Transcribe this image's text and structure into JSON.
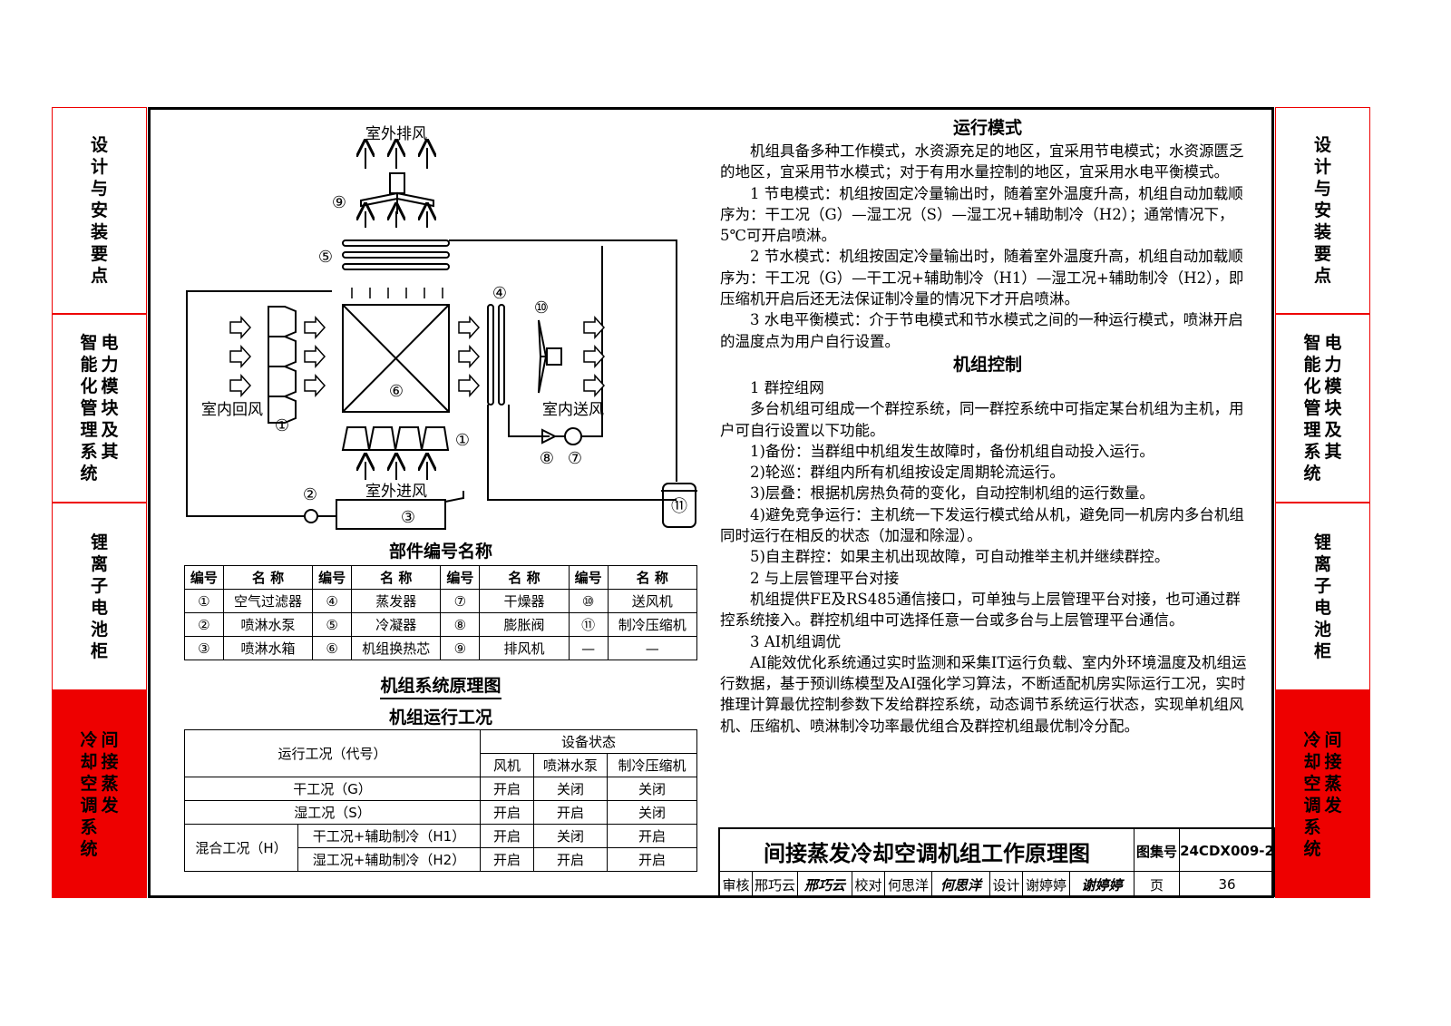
{
  "sidebar_left": [
    {
      "columns": [
        "设计与安装要点"
      ],
      "active": false
    },
    {
      "columns": [
        "电力模块及其",
        "智能化管理系统"
      ],
      "active": false
    },
    {
      "columns": [
        "锂离子电池柜"
      ],
      "active": false
    },
    {
      "columns": [
        "间接蒸发",
        "冷却空调系统"
      ],
      "active": true
    }
  ],
  "sidebar_right": [
    {
      "columns": [
        "设计与安装要点"
      ],
      "active": false
    },
    {
      "columns": [
        "电力模块及其",
        "智能化管理系统"
      ],
      "active": false
    },
    {
      "columns": [
        "锂离子电池柜"
      ],
      "active": false
    },
    {
      "columns": [
        "间接蒸发",
        "冷却空调系统"
      ],
      "active": true
    }
  ],
  "diagram": {
    "labels": {
      "outdoor_exhaust": "室外排风",
      "indoor_return": "室内回风",
      "indoor_supply": "室内送风",
      "outdoor_intake": "室外进风"
    },
    "numbers": [
      "①",
      "②",
      "③",
      "④",
      "⑤",
      "⑥",
      "⑦",
      "⑧",
      "⑨",
      "⑩",
      "⑪"
    ]
  },
  "parts_title": "部件编号名称",
  "parts_table": {
    "headers": [
      "编号",
      "名 称",
      "编号",
      "名 称",
      "编号",
      "名 称",
      "编号",
      "名 称"
    ],
    "rows": [
      [
        "①",
        "空气过滤器",
        "④",
        "蒸发器",
        "⑦",
        "干燥器",
        "⑩",
        "送风机"
      ],
      [
        "②",
        "喷淋水泵",
        "⑤",
        "冷凝器",
        "⑧",
        "膨胀阀",
        "⑪",
        "制冷压缩机"
      ],
      [
        "③",
        "喷淋水箱",
        "⑥",
        "机组换热芯",
        "⑨",
        "排风机",
        "—",
        "—"
      ]
    ]
  },
  "system_title": "机组系统原理图",
  "ops_title": "机组运行工况",
  "ops_table": {
    "header_mode": "运行工况（代号）",
    "header_status": "设备状态",
    "status_cols": [
      "风机",
      "喷淋水泵",
      "制冷压缩机"
    ],
    "rows": [
      {
        "mode": "干工况（G）",
        "vals": [
          "开启",
          "关闭",
          "关闭"
        ]
      },
      {
        "mode": "湿工况（S）",
        "vals": [
          "开启",
          "开启",
          "关闭"
        ]
      }
    ],
    "mixed_label": "混合工况（H）",
    "mixed_rows": [
      {
        "mode": "干工况+辅助制冷（H1）",
        "vals": [
          "开启",
          "关闭",
          "开启"
        ]
      },
      {
        "mode": "湿工况+辅助制冷（H2）",
        "vals": [
          "开启",
          "开启",
          "开启"
        ]
      }
    ]
  },
  "text": {
    "h1": "运行模式",
    "p1": "机组具备多种工作模式，水资源充足的地区，宜采用节电模式；水资源匮乏的地区，宜采用节水模式；对于有用水量控制的地区，宜采用水电平衡模式。",
    "p2": "1 节电模式：机组按固定冷量输出时，随着室外温度升高，机组自动加载顺序为：干工况（G）—湿工况（S）—湿工况+辅助制冷（H2）；通常情况下，5℃可开启喷淋。",
    "p3": "2 节水模式：机组按固定冷量输出时，随着室外温度升高，机组自动加载顺序为：干工况（G）—干工况+辅助制冷（H1）—湿工况+辅助制冷（H2），即压缩机开启后还无法保证制冷量的情况下才开启喷淋。",
    "p4": "3 水电平衡模式：介于节电模式和节水模式之间的一种运行模式，喷淋开启的温度点为用户自行设置。",
    "h2": "机组控制",
    "p5": "1 群控组网",
    "p6": "多台机组可组成一个群控系统，同一群控系统中可指定某台机组为主机，用户可自行设置以下功能。",
    "p7": "1)备份：当群组中机组发生故障时，备份机组自动投入运行。",
    "p8": "2)轮巡：群组内所有机组按设定周期轮流运行。",
    "p9": "3)层叠：根据机房热负荷的变化，自动控制机组的运行数量。",
    "p10": "4)避免竞争运行：主机统一下发运行模式给从机，避免同一机房内多台机组同时运行在相反的状态（加湿和除湿）。",
    "p11": "5)自主群控：如果主机出现故障，可自动推举主机并继续群控。",
    "p12": "2 与上层管理平台对接",
    "p13": "机组提供FE及RS485通信接口，可单独与上层管理平台对接，也可通过群控系统接入。群控机组中可选择任意一台或多台与上层管理平台通信。",
    "p14": "3 AI机组调优",
    "p15": "AI能效优化系统通过实时监测和采集IT运行负载、室内外环境温度及机组运行数据，基于预训练模型及AI强化学习算法，不断适配机房实际运行工况，实时推理计算最优控制参数下发给群控系统，动态调节系统运行状态，实现单机组风机、压缩机、喷淋制冷功率最优组合及群控机组最优制冷分配。"
  },
  "title_block": {
    "drawing_title": "间接蒸发冷却空调机组工作原理图",
    "atlas_label": "图集号",
    "atlas_no": "24CDX009-2",
    "review_label": "审核",
    "reviewer": "邢巧云",
    "reviewer_sig": "邢巧云",
    "check_label": "校对",
    "checker": "何思洋",
    "checker_sig": "何思洋",
    "design_label": "设计",
    "designer": "谢婷婷",
    "designer_sig": "谢婷婷",
    "page_label": "页",
    "page_no": "36"
  }
}
